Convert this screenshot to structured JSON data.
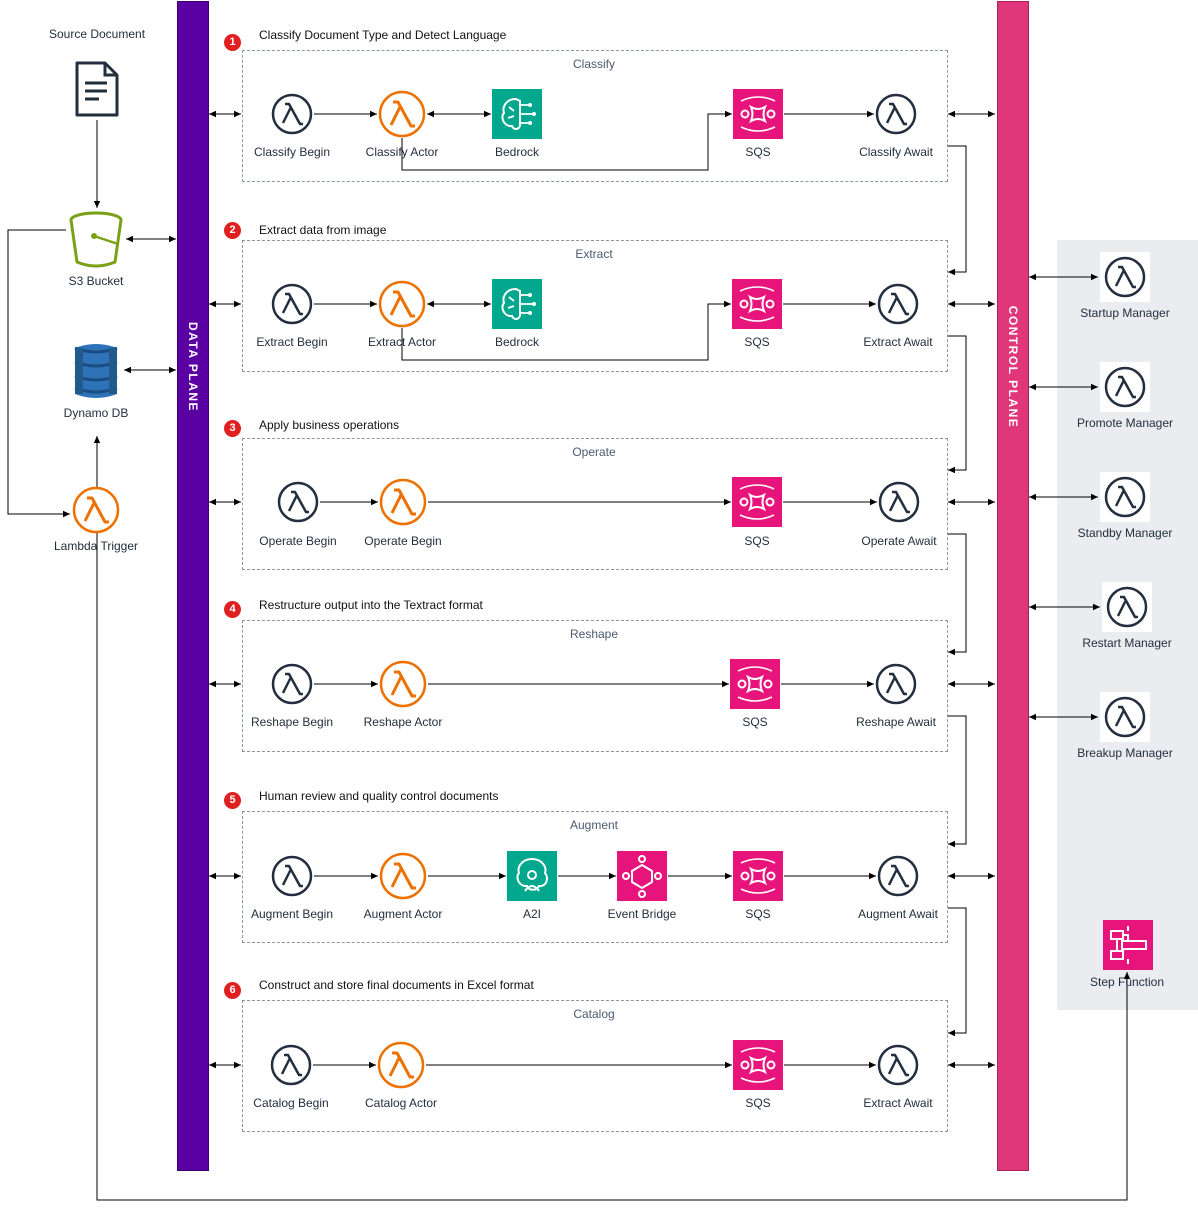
{
  "source": {
    "label": "Source Document"
  },
  "s3": {
    "label": "S3 Bucket"
  },
  "dynamo": {
    "label": "Dynamo DB"
  },
  "trigger": {
    "label": "Lambda Trigger"
  },
  "data_plane": {
    "label": "DATA  PLANE"
  },
  "control_plane": {
    "label": "CONTROL  PLANE"
  },
  "steps": [
    {
      "num": "1",
      "title": "Classify Document Type and Detect Language",
      "group": "Classify",
      "nodes": [
        "Classify Begin",
        "Classify Actor",
        "Bedrock",
        "SQS",
        "Classify Await"
      ]
    },
    {
      "num": "2",
      "title": "Extract data from image",
      "group": "Extract",
      "nodes": [
        "Extract Begin",
        "Extract Actor",
        "Bedrock",
        "SQS",
        "Extract Await"
      ]
    },
    {
      "num": "3",
      "title": "Apply business operations",
      "group": "Operate",
      "nodes": [
        "Operate Begin",
        "Operate Begin",
        "SQS",
        "Operate Await"
      ]
    },
    {
      "num": "4",
      "title": "Restructure output into the Textract format",
      "group": "Reshape",
      "nodes": [
        "Reshape Begin",
        "Reshape Actor",
        "SQS",
        "Reshape Await"
      ]
    },
    {
      "num": "5",
      "title": "Human review and quality control documents",
      "group": "Augment",
      "nodes": [
        "Augment Begin",
        "Augment Actor",
        "A2I",
        "Event Bridge",
        "SQS",
        "Augment Await"
      ]
    },
    {
      "num": "6",
      "title": "Construct and store final documents in Excel format",
      "group": "Catalog",
      "nodes": [
        "Catalog Begin",
        "Catalog Actor",
        "SQS",
        "Extract Await"
      ]
    }
  ],
  "managers": [
    "Startup Manager",
    "Promote Manager",
    "Standby Manager",
    "Restart Manager",
    "Breakup Manager"
  ],
  "step_function": {
    "label": "Step Function"
  },
  "colors": {
    "data_plane": "#5a00a3",
    "control_plane": "#e0377a",
    "lambda_orange": "#ed7100",
    "sqs_pink": "#e7157b",
    "bedrock_green": "#01a88d",
    "s3_green": "#7aa116",
    "dynamo_blue": "#2e73b8",
    "step_badge": "#e02020"
  }
}
